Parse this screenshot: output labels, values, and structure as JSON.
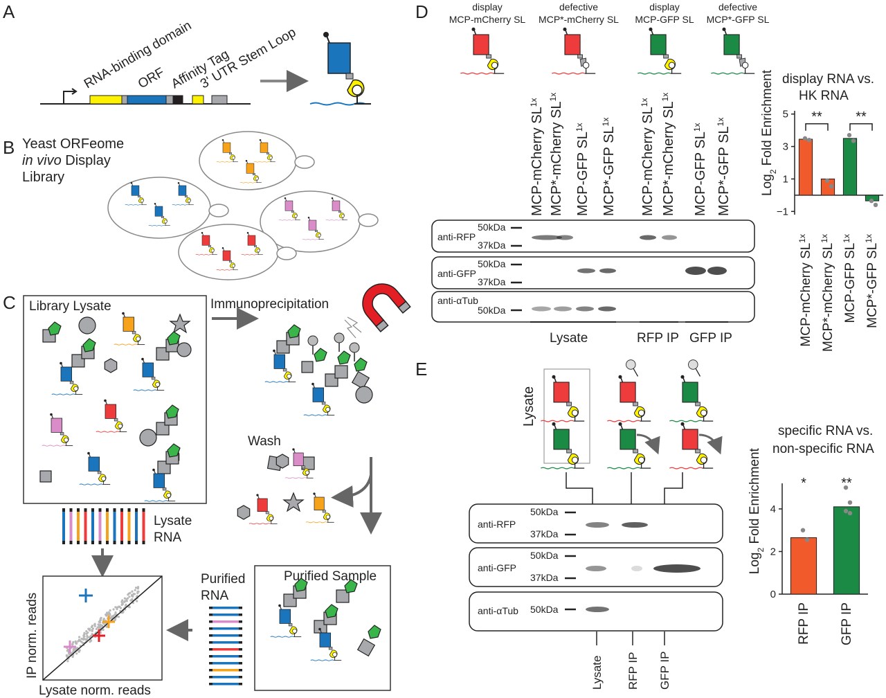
{
  "panels": {
    "a": "A",
    "b": "B",
    "c": "C",
    "d": "D",
    "e": "E"
  },
  "panel_a": {
    "rbd": "RNA-binding domain",
    "orf": "ORF",
    "affinity_tag": "Affinity Tag",
    "utr": "3' UTR Stem Loop"
  },
  "panel_b": {
    "line1": "Yeast ORFeome",
    "line2_italic": "in vivo",
    "line2_rest": " Display",
    "line3": "Library"
  },
  "panel_c": {
    "library_lysate": "Library Lysate",
    "immunoprecipitation": "Immunoprecipitation",
    "wash": "Wash",
    "lysate_rna_1": "Lysate",
    "lysate_rna_2": "RNA",
    "purified_rna_1": "Purified",
    "purified_rna_2": "RNA",
    "purified_sample": "Purified Sample",
    "ylabel": "IP norm. reads",
    "xlabel": "Lysate norm. reads"
  },
  "panel_d": {
    "headers": [
      {
        "l1": "display",
        "l2": "MCP-mCherry SL"
      },
      {
        "l1": "defective",
        "l2": "MCP*-mCherry SL"
      },
      {
        "l1": "display",
        "l2": "MCP-GFP SL"
      },
      {
        "l1": "defective",
        "l2": "MCP*-GFP SL"
      }
    ],
    "lanes": [
      "MCP-mCherry SL",
      "MCP*-mCherry SL",
      "MCP-GFP SL",
      "MCP*-GFP SL",
      "MCP-mCherry SL",
      "MCP*-mCherry SL",
      "MCP-GFP SL",
      "MCP*-GFP SL"
    ],
    "lane_sup": "1x",
    "blots": [
      {
        "name": "anti-RFP",
        "m1": "50kDa",
        "m2": "37kDa"
      },
      {
        "name": "anti-GFP",
        "m1": "50kDa",
        "m2": "37kDa"
      },
      {
        "name": "anti-αTub",
        "m1": "50kDa"
      }
    ],
    "groups": [
      "Lysate",
      "RFP IP",
      "GFP IP"
    ],
    "chart_title_1": "display RNA vs.",
    "chart_title_2": "HK RNA",
    "sig": [
      "**",
      "**"
    ]
  },
  "panel_e": {
    "lysate_vertical": "Lysate",
    "blots": [
      {
        "name": "anti-RFP",
        "m1": "50kDa",
        "m2": "37kDa"
      },
      {
        "name": "anti-GFP",
        "m1": "50kDa",
        "m2": "37kDa"
      },
      {
        "name": "anti-αTub",
        "m1": "50kDa"
      }
    ],
    "lanes": [
      "Lysate",
      "RFP IP",
      "GFP IP"
    ],
    "chart_title_1": "specific RNA vs.",
    "chart_title_2": "non-specific RNA",
    "sig": [
      "*",
      "**"
    ]
  },
  "chart_data": [
    {
      "type": "bar",
      "title": "display RNA vs. HK RNA",
      "ylabel": "Log2 Fold Enrichment",
      "categories": [
        "MCP-mCherry SL1x",
        "MCP*-mCherry SL1x",
        "MCP-GFP SL1x",
        "MCP*-GFP SL1x"
      ],
      "values": [
        3.45,
        1.0,
        3.5,
        -0.35
      ],
      "points": [
        [
          3.5,
          3.4
        ],
        [
          0.9,
          0.55
        ],
        [
          3.7,
          3.35
        ],
        [
          -0.35,
          -0.6
        ]
      ],
      "colors": [
        "#f15a2b",
        "#f15a2b",
        "#1b8a45",
        "#1b8a45"
      ],
      "yticks": [
        -1,
        1,
        3,
        5
      ],
      "ylim": [
        -1.2,
        5.2
      ]
    },
    {
      "type": "bar",
      "title": "specific RNA vs. non-specific RNA",
      "ylabel": "Log2 Fold Enrichment",
      "categories": [
        "RFP IP",
        "GFP IP"
      ],
      "values": [
        2.65,
        4.1
      ],
      "points": [
        [
          3.0,
          2.55
        ],
        [
          5.0,
          4.3,
          3.9,
          3.8
        ]
      ],
      "colors": [
        "#f15a2b",
        "#1b8a45"
      ],
      "yticks": [
        0,
        2,
        4
      ],
      "ylim": [
        0,
        5.2
      ]
    }
  ],
  "colors": {
    "red": "#ee3b3b",
    "green": "#1b8a45",
    "blue": "#1b75bc",
    "orange": "#f7a21b",
    "pink": "#d98cc8",
    "yellow": "#fff200",
    "gray": "#a7a9ac",
    "bar_red": "#f15a2b"
  }
}
